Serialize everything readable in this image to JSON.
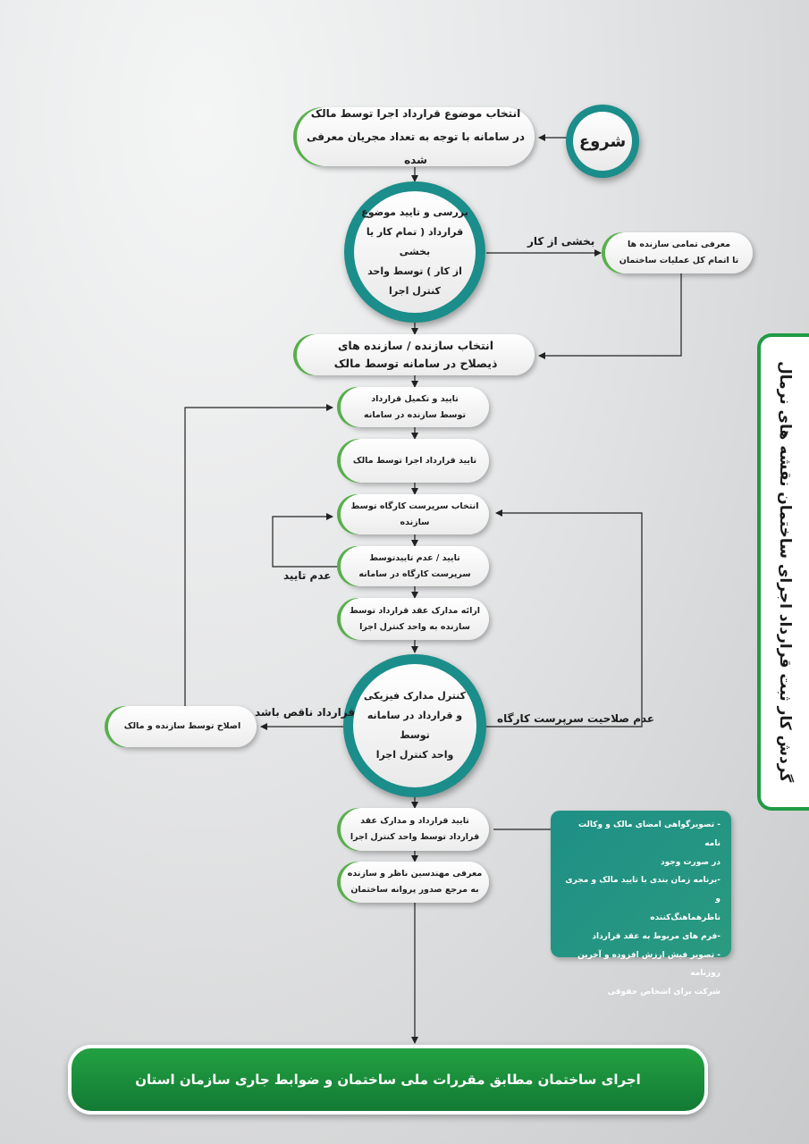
{
  "colors": {
    "teal": "#1b8d8a",
    "green_accent": "#57b04a",
    "bar_green": "#1a8d3b",
    "notes_teal": "#1e8f86"
  },
  "start": {
    "label": "شروع"
  },
  "vertical_title": "گردش کار ثبت قرارداد اجرای ساختمان نقشه های نرمال",
  "steps": {
    "select_topic": {
      "line1": "انتخاب موضوع قرارداد اجرا توسط مالک",
      "line2": "در سامانه با توجه به تعداد مجریان معرفی شده"
    },
    "review_topic": {
      "line1": "بررسی و تایید موضوع",
      "line2": "قرارداد ( تمام کار یا بخشی",
      "line3": "از کار ) توسط واحد کنترل اجرا"
    },
    "introduce_builders": {
      "line1": "معرفی تمامی سازنده ها",
      "line2": "تا اتمام کل عملیات ساختمان"
    },
    "select_builder": {
      "line1": "انتخاب سازنده / سازنده های",
      "line2": "ذیصلاح در سامانه توسط مالک"
    },
    "builder_confirm": {
      "line1": "تایید و تکمیل قرارداد",
      "line2": "توسط سازنده  در سامانه"
    },
    "owner_confirm": {
      "line1": "تایید قرارداد اجرا  توسط مالک"
    },
    "select_supervisor": {
      "line1": "انتخاب سرپرست کارگاه توسط سازنده"
    },
    "supervisor_confirm": {
      "line1": "تایید / عدم تاییدتوسط",
      "line2": "سرپرست کارگاه در سامانه"
    },
    "submit_docs": {
      "line1": "ارائه مدارک عقد قرارداد توسط",
      "line2": "سازنده به واحد کنترل اجرا"
    },
    "control_docs": {
      "line1": "کنترل مدارک فیزیکی",
      "line2": "و قرارداد در سامانه توسط",
      "line3": "واحد کنترل اجرا"
    },
    "fix_contract": {
      "line1": "اصلاح توسط سازنده و مالک"
    },
    "approve_contract": {
      "line1": "تایید قرارداد و مدارک عقد",
      "line2": "قرارداد  توسط واحد کنترل اجرا"
    },
    "introduce_engineers": {
      "line1": "معرفی مهندسین ناظر و سازنده",
      "line2": "به مرجع صدور پروانه ساختمان"
    }
  },
  "edge_labels": {
    "partial_work": "بخشی از کار",
    "not_approved": "عدم تایید",
    "incomplete_contract": "قرارداد ناقص باشد",
    "supervisor_unqualified": "عدم صلاحیت سرپرست کارگاه"
  },
  "notes": [
    "- تصویرگواهی امضای مالک و وکالت نامه",
    "در صورت وجود",
    "-برنامه زمان بندی با تایید مالک و مجری و",
    "ناظرهماهنگ‌کننده",
    "-فرم های مربوط به عقد قرارداد",
    "- تصویر فیش ارزش افزوده و آخرین روزنامه",
    "شرکت برای اشخاص حقوقی"
  ],
  "final": {
    "label": "اجرای ساختمان مطابق مقررات ملی ساختمان و ضوابط جاری سازمان استان"
  }
}
